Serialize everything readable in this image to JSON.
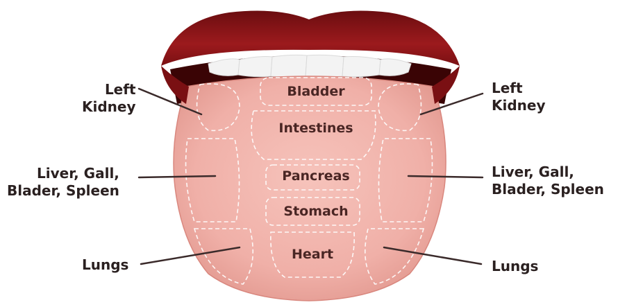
{
  "labels": {
    "left_kidney_left": "Left\nKidney",
    "left_kidney_right": "Left\nKidney",
    "liver_left": "Liver, Gall,\nBlader, Spleen",
    "liver_right": "Liver, Gall,\nBlader, Spleen",
    "lungs_left": "Lungs",
    "lungs_right": "Lungs",
    "bladder": "Bladder",
    "intestines": "Intestines",
    "pancreas": "Pancreas",
    "stomach": "Stomach",
    "heart": "Heart"
  },
  "colors": {
    "lip": "#8e1417",
    "lip_dark": "#5a0a0c",
    "tongue": "#f2b4ac",
    "tongue_edge": "#e49b92",
    "teeth": "#f4f4f4",
    "zone_line": "#ffffff",
    "pointer_line": "#3a2a2a",
    "text": "#2a2020"
  }
}
